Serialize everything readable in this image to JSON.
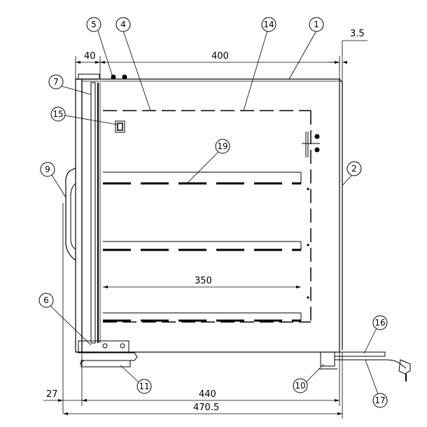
{
  "dimensions": {
    "d40": "40",
    "d400": "400",
    "d3_5": "3.5",
    "d350": "350",
    "d27": "27",
    "d440": "440",
    "d470_5": "470.5"
  },
  "callouts": {
    "c1": "1",
    "c2": "2",
    "c4": "4",
    "c5": "5",
    "c6": "6",
    "c7": "7",
    "c9": "9",
    "c10": "10",
    "c11": "11",
    "c14": "14",
    "c15": "15",
    "c16": "16",
    "c17": "17",
    "c19": "19"
  }
}
